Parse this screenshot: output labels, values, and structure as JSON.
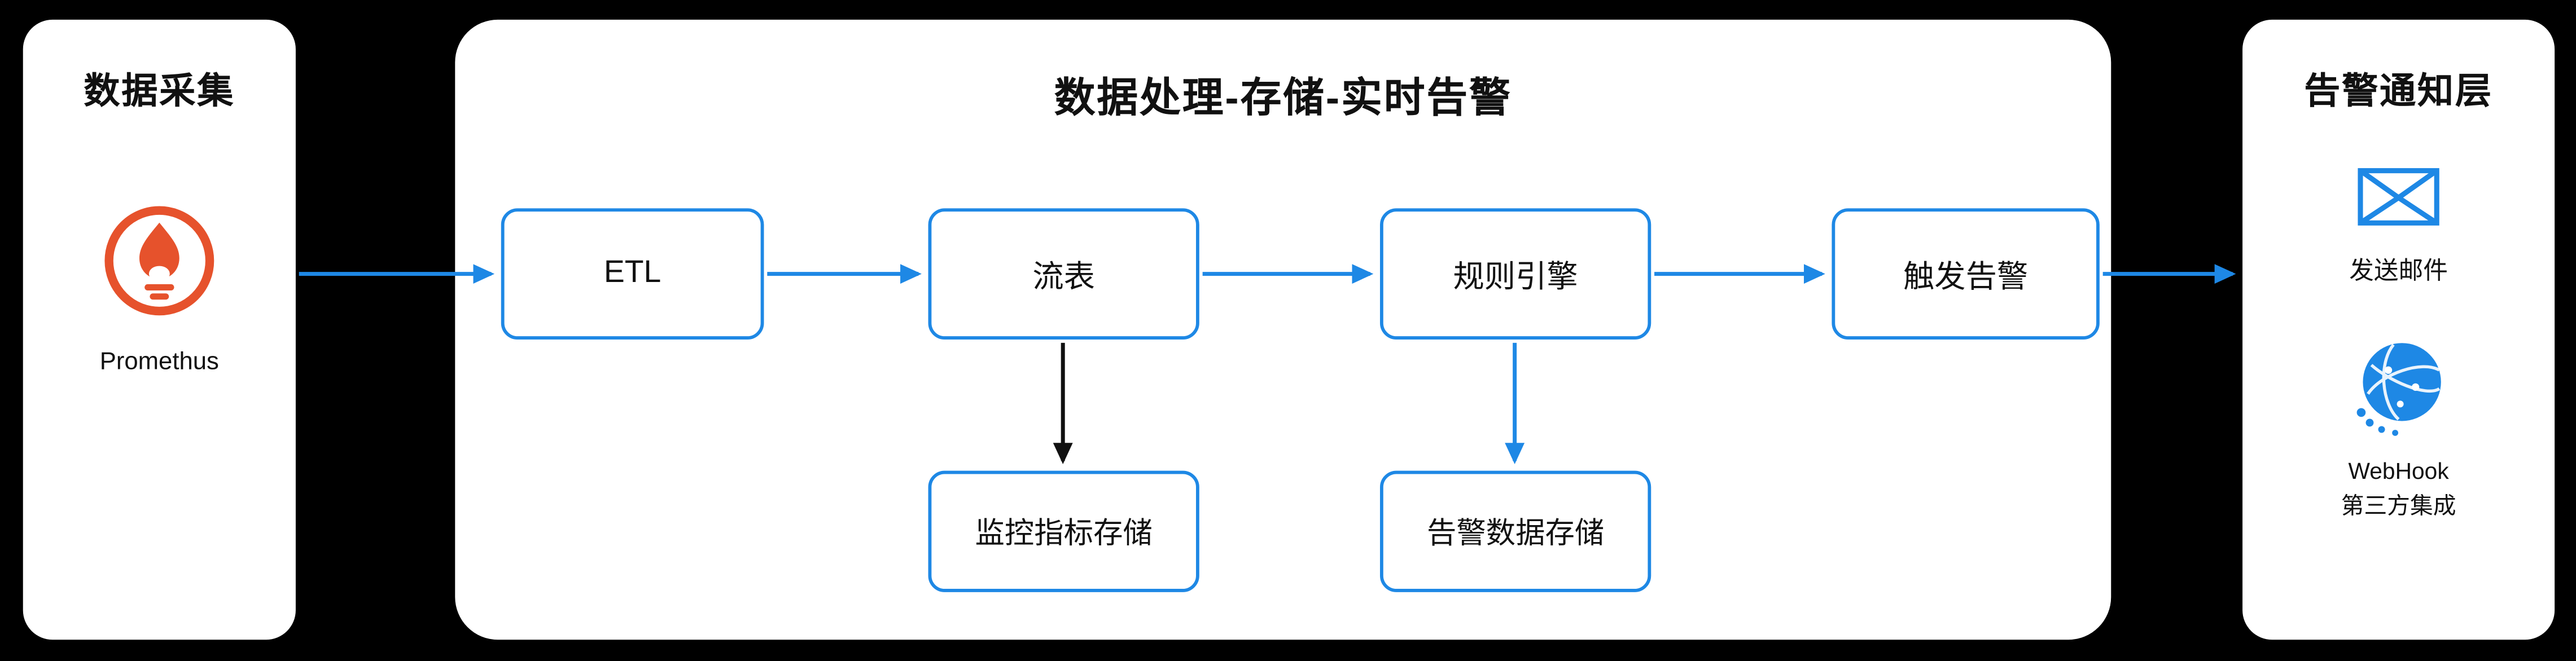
{
  "colors": {
    "background": "#000000",
    "panel_bg": "#ffffff",
    "accent_blue": "#1E88E5",
    "arrow_black": "#111111",
    "prometheus_orange": "#E6522C",
    "text": "#111111"
  },
  "panels": {
    "collection": {
      "title": "数据采集",
      "items": [
        {
          "icon": "prometheus-icon",
          "label": "Promethus"
        }
      ]
    },
    "processing": {
      "title": "数据处理-存储-实时告警",
      "nodes": [
        {
          "id": "etl",
          "label": "ETL"
        },
        {
          "id": "stream-table",
          "label": "流表"
        },
        {
          "id": "rule-engine",
          "label": "规则引擎"
        },
        {
          "id": "trigger-alert",
          "label": "触发告警"
        },
        {
          "id": "metric-storage",
          "label": "监控指标存储"
        },
        {
          "id": "alert-storage",
          "label": "告警数据存储"
        }
      ],
      "flows": [
        "数据采集 → ETL",
        "ETL → 流表",
        "流表 → 规则引擎",
        "规则引擎 → 触发告警",
        "触发告警 → 告警通知层",
        "流表 → 监控指标存储",
        "规则引擎 → 告警数据存储"
      ]
    },
    "notification": {
      "title": "告警通知层",
      "items": [
        {
          "icon": "email-icon",
          "label": "发送邮件"
        },
        {
          "icon": "webhook-icon",
          "label": "WebHook",
          "label2": "第三方集成"
        }
      ]
    }
  }
}
